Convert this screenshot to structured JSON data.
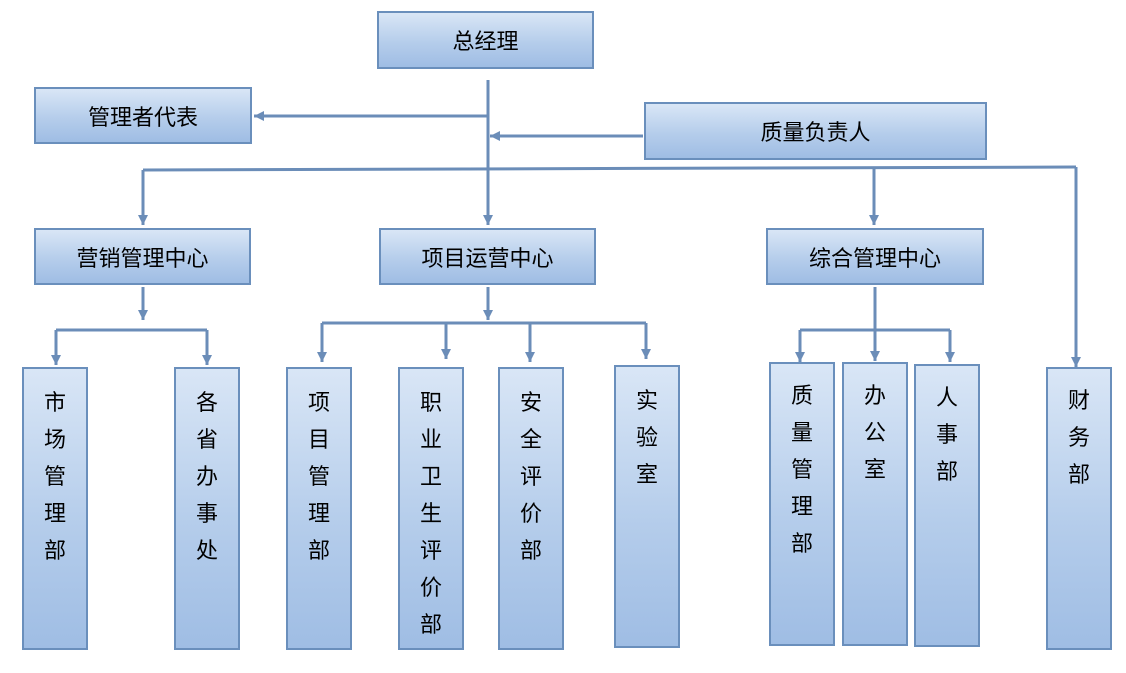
{
  "nodes": {
    "general_manager": "总经理",
    "management_rep": "管理者代表",
    "quality_lead": "质量负责人",
    "marketing_center": "营销管理中心",
    "project_center": "项目运营中心",
    "admin_center": "综合管理中心",
    "market_dept": "市场管理部",
    "provincial_offices": "各省办事处",
    "project_mgmt_dept": "项目管理部",
    "occupational_health_dept": "职业卫生评价部",
    "safety_eval_dept": "安全评价部",
    "laboratory": "实\n验\n室",
    "quality_mgmt_dept": "质量管理部",
    "office": "办\n公\n室",
    "hr_dept": "人\n事\n部",
    "finance_dept": "财\n务\n部"
  },
  "colors": {
    "box_border": "#6a8fbc",
    "box_fill_top": "#d9e6f6",
    "box_fill_bottom": "#9fbde4",
    "connector": "#6b8db8"
  }
}
